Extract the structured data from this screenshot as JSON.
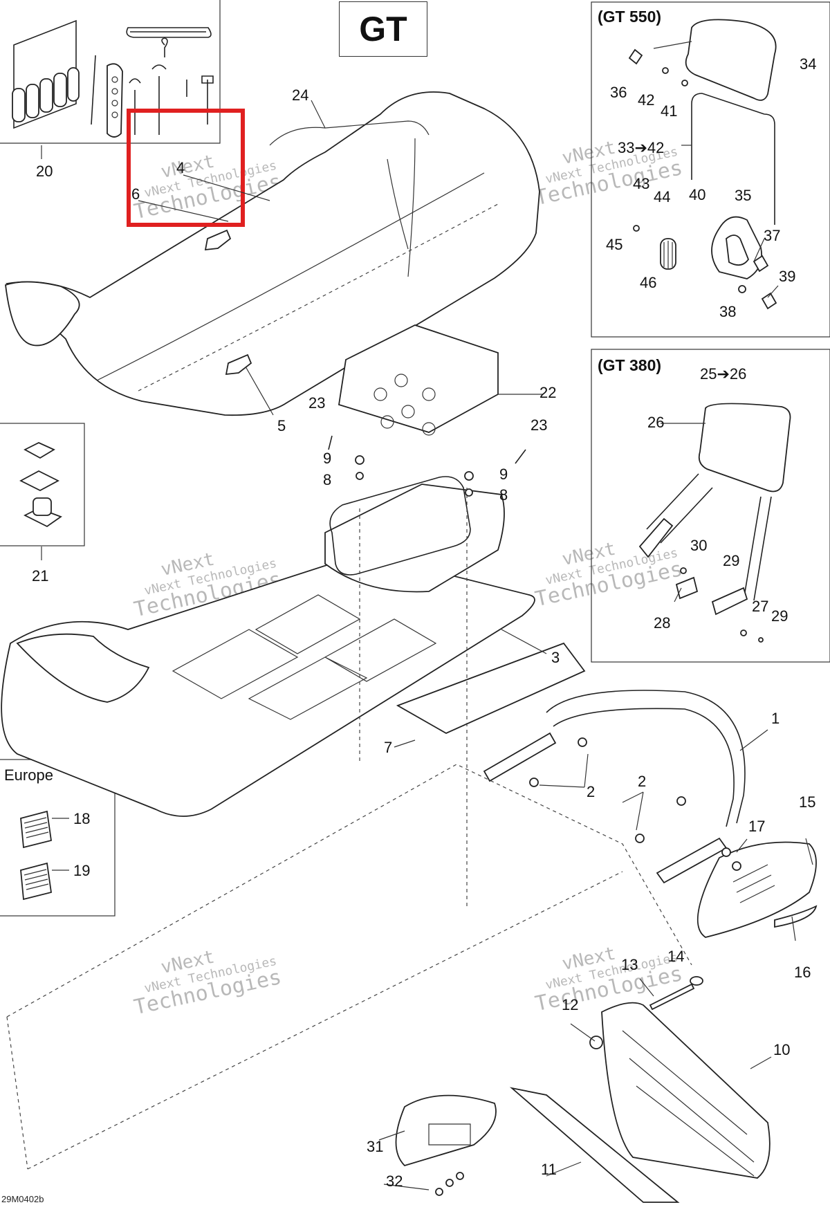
{
  "diagram": {
    "title": "GT",
    "code": "29M0402b",
    "insets": {
      "gt550": "(GT 550)",
      "gt380": "(GT 380)",
      "europe": "Europe"
    },
    "highlight_color": "#e02020",
    "watermark_lines": [
      "vNext",
      "vNext Technologies",
      "Technologies"
    ],
    "callouts": {
      "c1": "1",
      "c2a": "2",
      "c2b": "2",
      "c3": "3",
      "c4": "4",
      "c5": "5",
      "c6": "6",
      "c7": "7",
      "c8a": "8",
      "c8b": "8",
      "c9a": "9",
      "c9b": "9",
      "c10": "10",
      "c11": "11",
      "c12": "12",
      "c13": "13",
      "c14": "14",
      "c15": "15",
      "c16": "16",
      "c17": "17",
      "c18": "18",
      "c19": "19",
      "c20": "20",
      "c21": "21",
      "c22": "22",
      "c23a": "23",
      "c23b": "23",
      "c24": "24",
      "c25": "25➔26",
      "c26": "26",
      "c27": "27",
      "c28": "28",
      "c29a": "29",
      "c29b": "29",
      "c30": "30",
      "c31": "31",
      "c32": "32",
      "c33": "33➔42",
      "c34": "34",
      "c35": "35",
      "c36": "36",
      "c37": "37",
      "c38": "38",
      "c39": "39",
      "c40": "40",
      "c41": "41",
      "c42a": "42",
      "c43": "43",
      "c44": "44",
      "c45": "45",
      "c46": "46"
    }
  }
}
